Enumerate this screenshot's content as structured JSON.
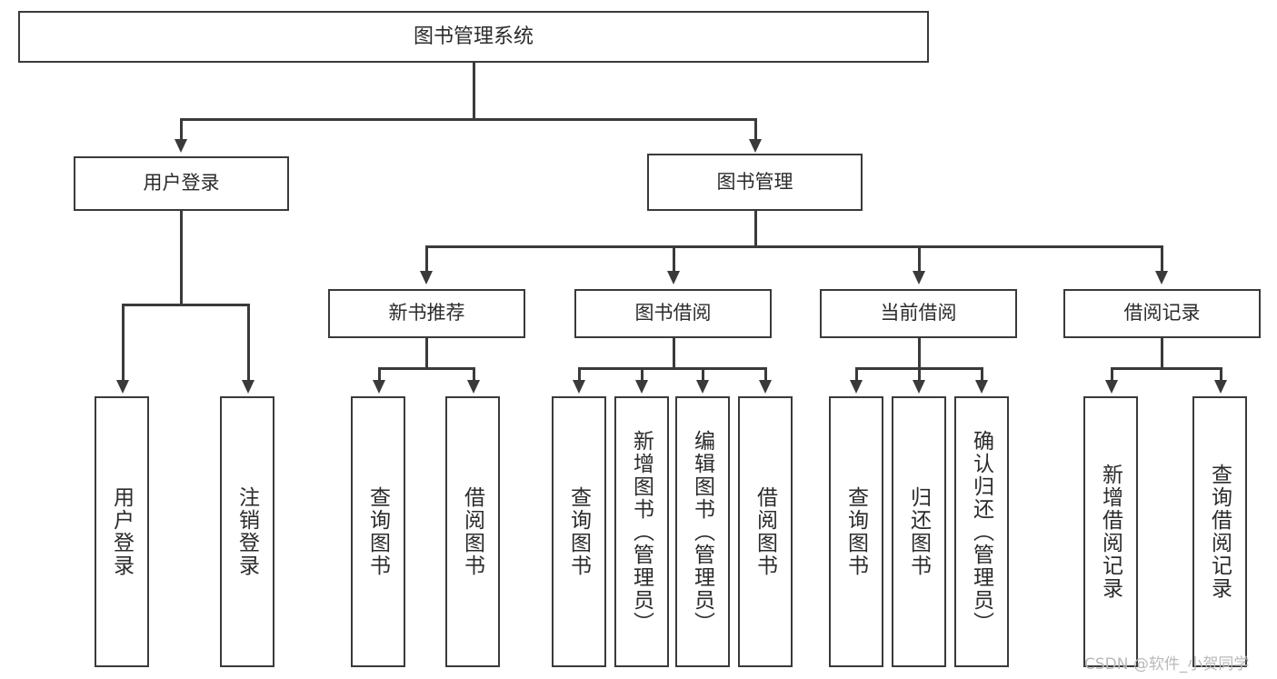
{
  "diagram": {
    "title_node": {
      "label": "图书管理系统"
    },
    "level1": [
      {
        "id": "user-login",
        "label": "用户登录"
      },
      {
        "id": "book-management",
        "label": "图书管理"
      }
    ],
    "level2": [
      {
        "id": "new-book-recommend",
        "label": "新书推荐"
      },
      {
        "id": "book-borrow",
        "label": "图书借阅"
      },
      {
        "id": "current-borrow",
        "label": "当前借阅"
      },
      {
        "id": "borrow-record",
        "label": "借阅记录"
      }
    ],
    "leaves": {
      "user_login": [
        {
          "id": "leaf-user-login",
          "label": "用户登录"
        },
        {
          "id": "leaf-logout-login",
          "label": "注销登录"
        }
      ],
      "new_book_recommend": [
        {
          "id": "leaf-query-book-1",
          "label": "查询图书"
        },
        {
          "id": "leaf-borrow-book-1",
          "label": "借阅图书"
        }
      ],
      "book_borrow": [
        {
          "id": "leaf-query-book-2",
          "label": "查询图书"
        },
        {
          "id": "leaf-add-book",
          "label": "新增图书（管理员）"
        },
        {
          "id": "leaf-edit-book",
          "label": "编辑图书（管理员）"
        },
        {
          "id": "leaf-borrow-book-2",
          "label": "借阅图书"
        }
      ],
      "current_borrow": [
        {
          "id": "leaf-query-book-3",
          "label": "查询图书"
        },
        {
          "id": "leaf-return-book",
          "label": "归还图书"
        },
        {
          "id": "leaf-confirm-return",
          "label": "确认归还（管理员）"
        }
      ],
      "borrow_record": [
        {
          "id": "leaf-add-borrow-record",
          "label": "新增借阅记录"
        },
        {
          "id": "leaf-query-borrow-record",
          "label": "查询借阅记录"
        }
      ]
    }
  },
  "watermark": {
    "text": "CSDN @软件_小贺同学"
  },
  "colors": {
    "stroke": "#3a3a3a",
    "fill": "#ffffff",
    "text": "#2b2b2b",
    "watermark": "#b9b9b9"
  }
}
